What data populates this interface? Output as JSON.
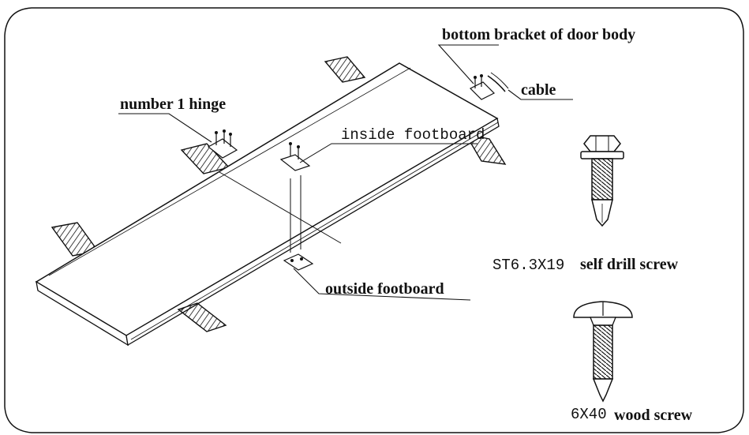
{
  "labels": {
    "number_1_hinge": "number 1 hinge",
    "inside_footboard": "inside footboard",
    "bottom_bracket": "bottom bracket of door body",
    "cable": "cable",
    "outside_footboard": "outside footboard",
    "self_drill_size": "ST6.3X19",
    "self_drill_name": "self drill screw",
    "wood_screw_size": "6X40",
    "wood_screw_name": "wood screw"
  },
  "colors": {
    "ink": "#111111",
    "background": "#ffffff"
  },
  "icons": [
    "self-drill-screw-icon",
    "wood-screw-icon",
    "hinge-icon",
    "bracket-icon",
    "cable-icon",
    "footboard-icon"
  ]
}
